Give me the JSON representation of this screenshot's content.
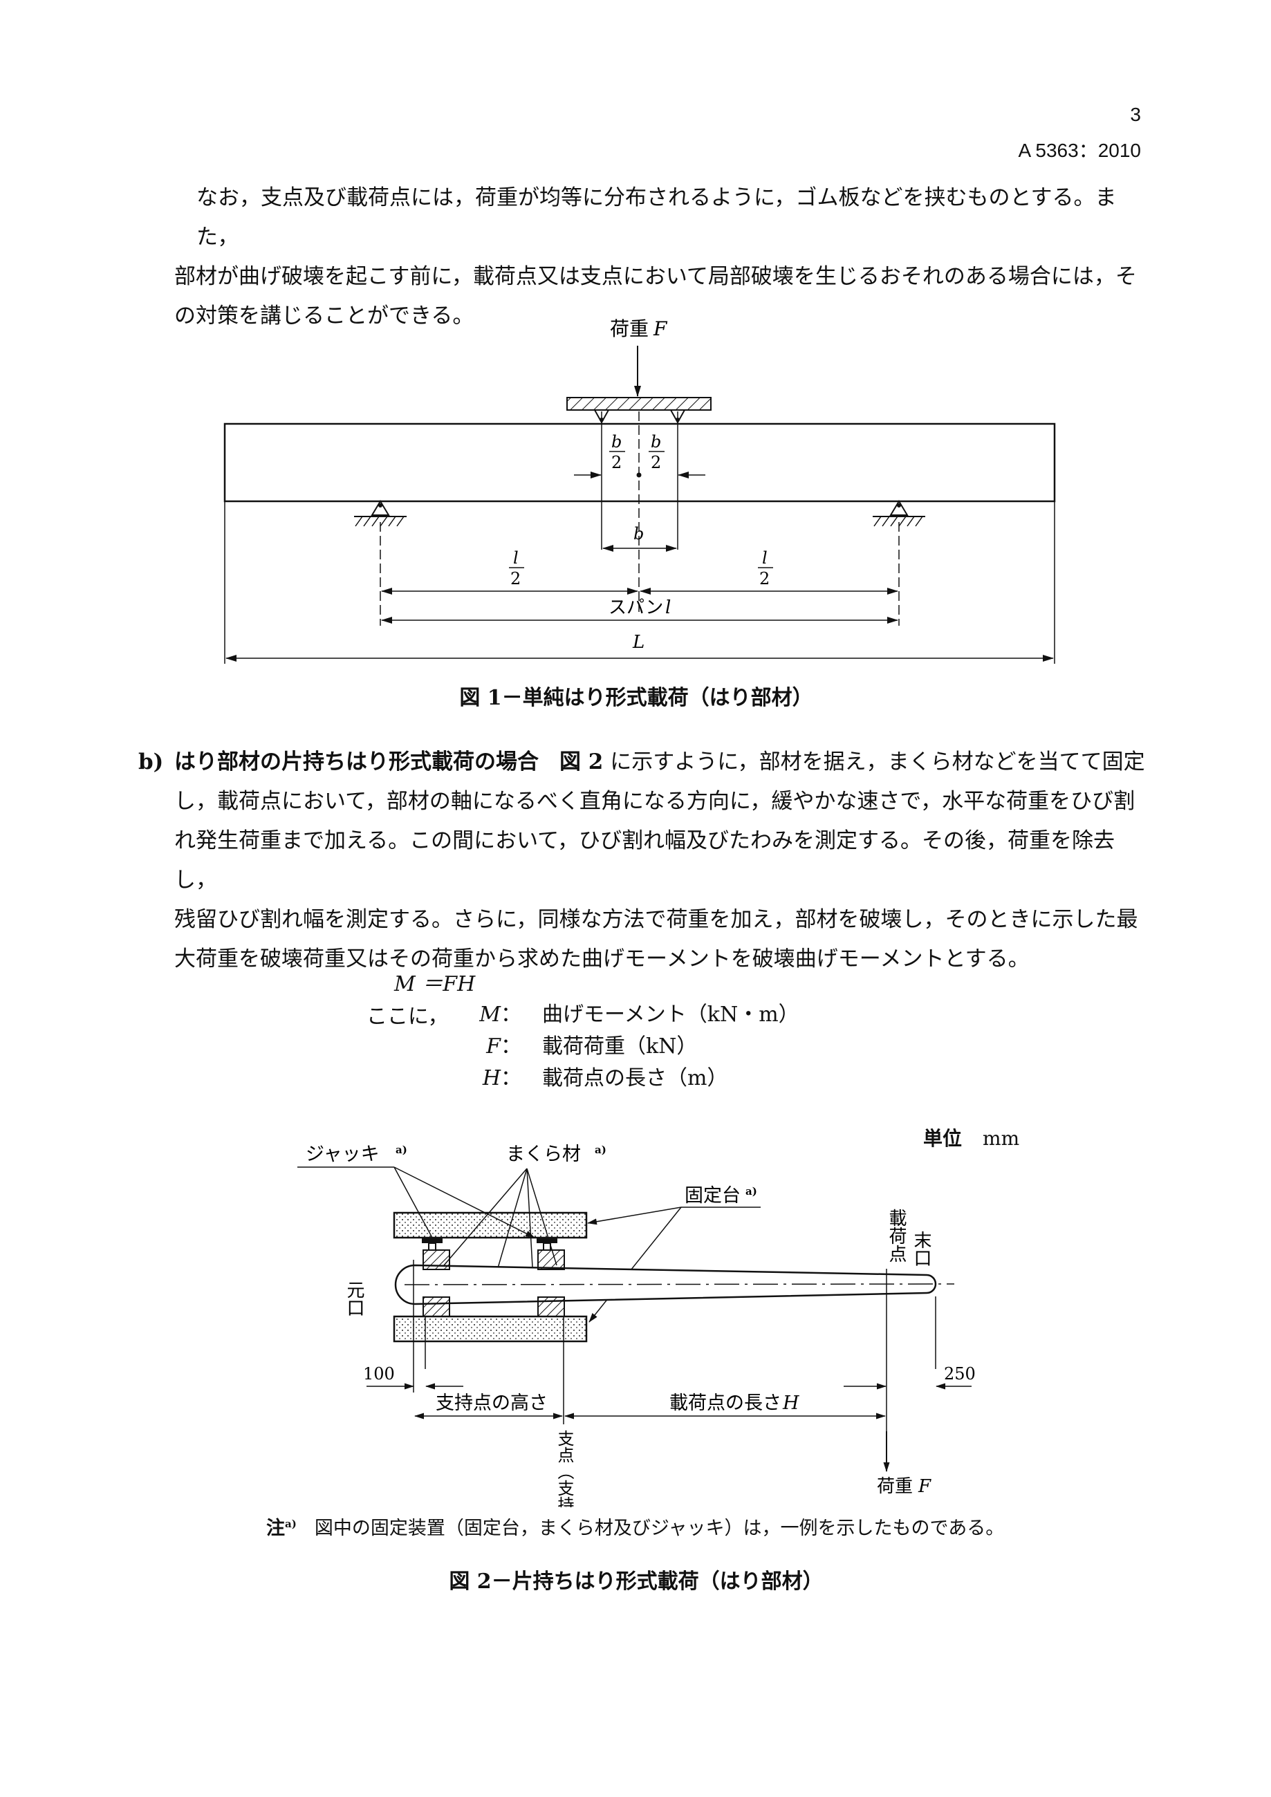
{
  "header": {
    "page_number": "3",
    "standard_id": "A 5363：2010"
  },
  "intro": {
    "lines": [
      "なお，支点及び載荷点には，荷重が均等に分布されるように，ゴム板などを挟むものとする。また，",
      "部材が曲げ破壊を起こす前に，載荷点又は支点において局部破壊を生じるおそれのある場合には，そ",
      "の対策を講じることができる。"
    ]
  },
  "figure1": {
    "load_label": "荷重",
    "load_symbol": "F",
    "half_b_num": "b",
    "half_b_den": "2",
    "b_label": "b",
    "half_l_num": "l",
    "half_l_den": "2",
    "span_label": "スパン",
    "span_symbol": "l",
    "length_label": "L",
    "caption": "図 1－単純はり形式載荷（はり部材）"
  },
  "section_b": {
    "marker": "b)",
    "title": "はり部材の片持ちはり形式載荷の場合",
    "ref": "図 2",
    "line1_rest": " に示すように，部材を据え，まくら材などを当てて固定",
    "lines": [
      "し，載荷点において，部材の軸になるべく直角になる方向に，緩やかな速さで，水平な荷重をひび割",
      "れ発生荷重まで加える。この間において，ひび割れ幅及びたわみを測定する。その後，荷重を除去し，",
      "残留ひび割れ幅を測定する。さらに，同様な方法で荷重を加え，部材を破壊し，そのときに示した最",
      "大荷重を破壊荷重又はその荷重から求めた曲げモーメントを破壊曲げモーメントとする。"
    ]
  },
  "formula": {
    "equation": "M ＝FH",
    "where": "ここに，",
    "vars": [
      {
        "symbol": "M",
        "colon": "：",
        "desc": "曲げモーメント（kN・m）"
      },
      {
        "symbol": "F",
        "colon": "：",
        "desc": "載荷荷重（kN）"
      },
      {
        "symbol": "H",
        "colon": "：",
        "desc": "載荷点の長さ（m）"
      }
    ]
  },
  "figure2": {
    "unit_label": "単位",
    "unit_value": "mm",
    "jack_label": "ジャッキ",
    "pillow_label": "まくら材",
    "fixed_label": "固定台",
    "note_mark": "a)",
    "butt_end": "元口",
    "load_point_v": "載荷点",
    "tip_end": "末口",
    "dim_100": "100",
    "dim_250": "250",
    "support_height": "支持点の高さ",
    "load_length": "載荷点の長さ",
    "load_length_symbol": "H",
    "fulcrum": "支点（支持点）",
    "load_label": "荷重",
    "load_symbol": "F",
    "caption": "図 2－片持ちはり形式載荷（はり部材）"
  },
  "note": {
    "label": "注",
    "mark": "a)",
    "text": "図中の固定装置（固定台，まくら材及びジャッキ）は，一例を示したものである。"
  }
}
